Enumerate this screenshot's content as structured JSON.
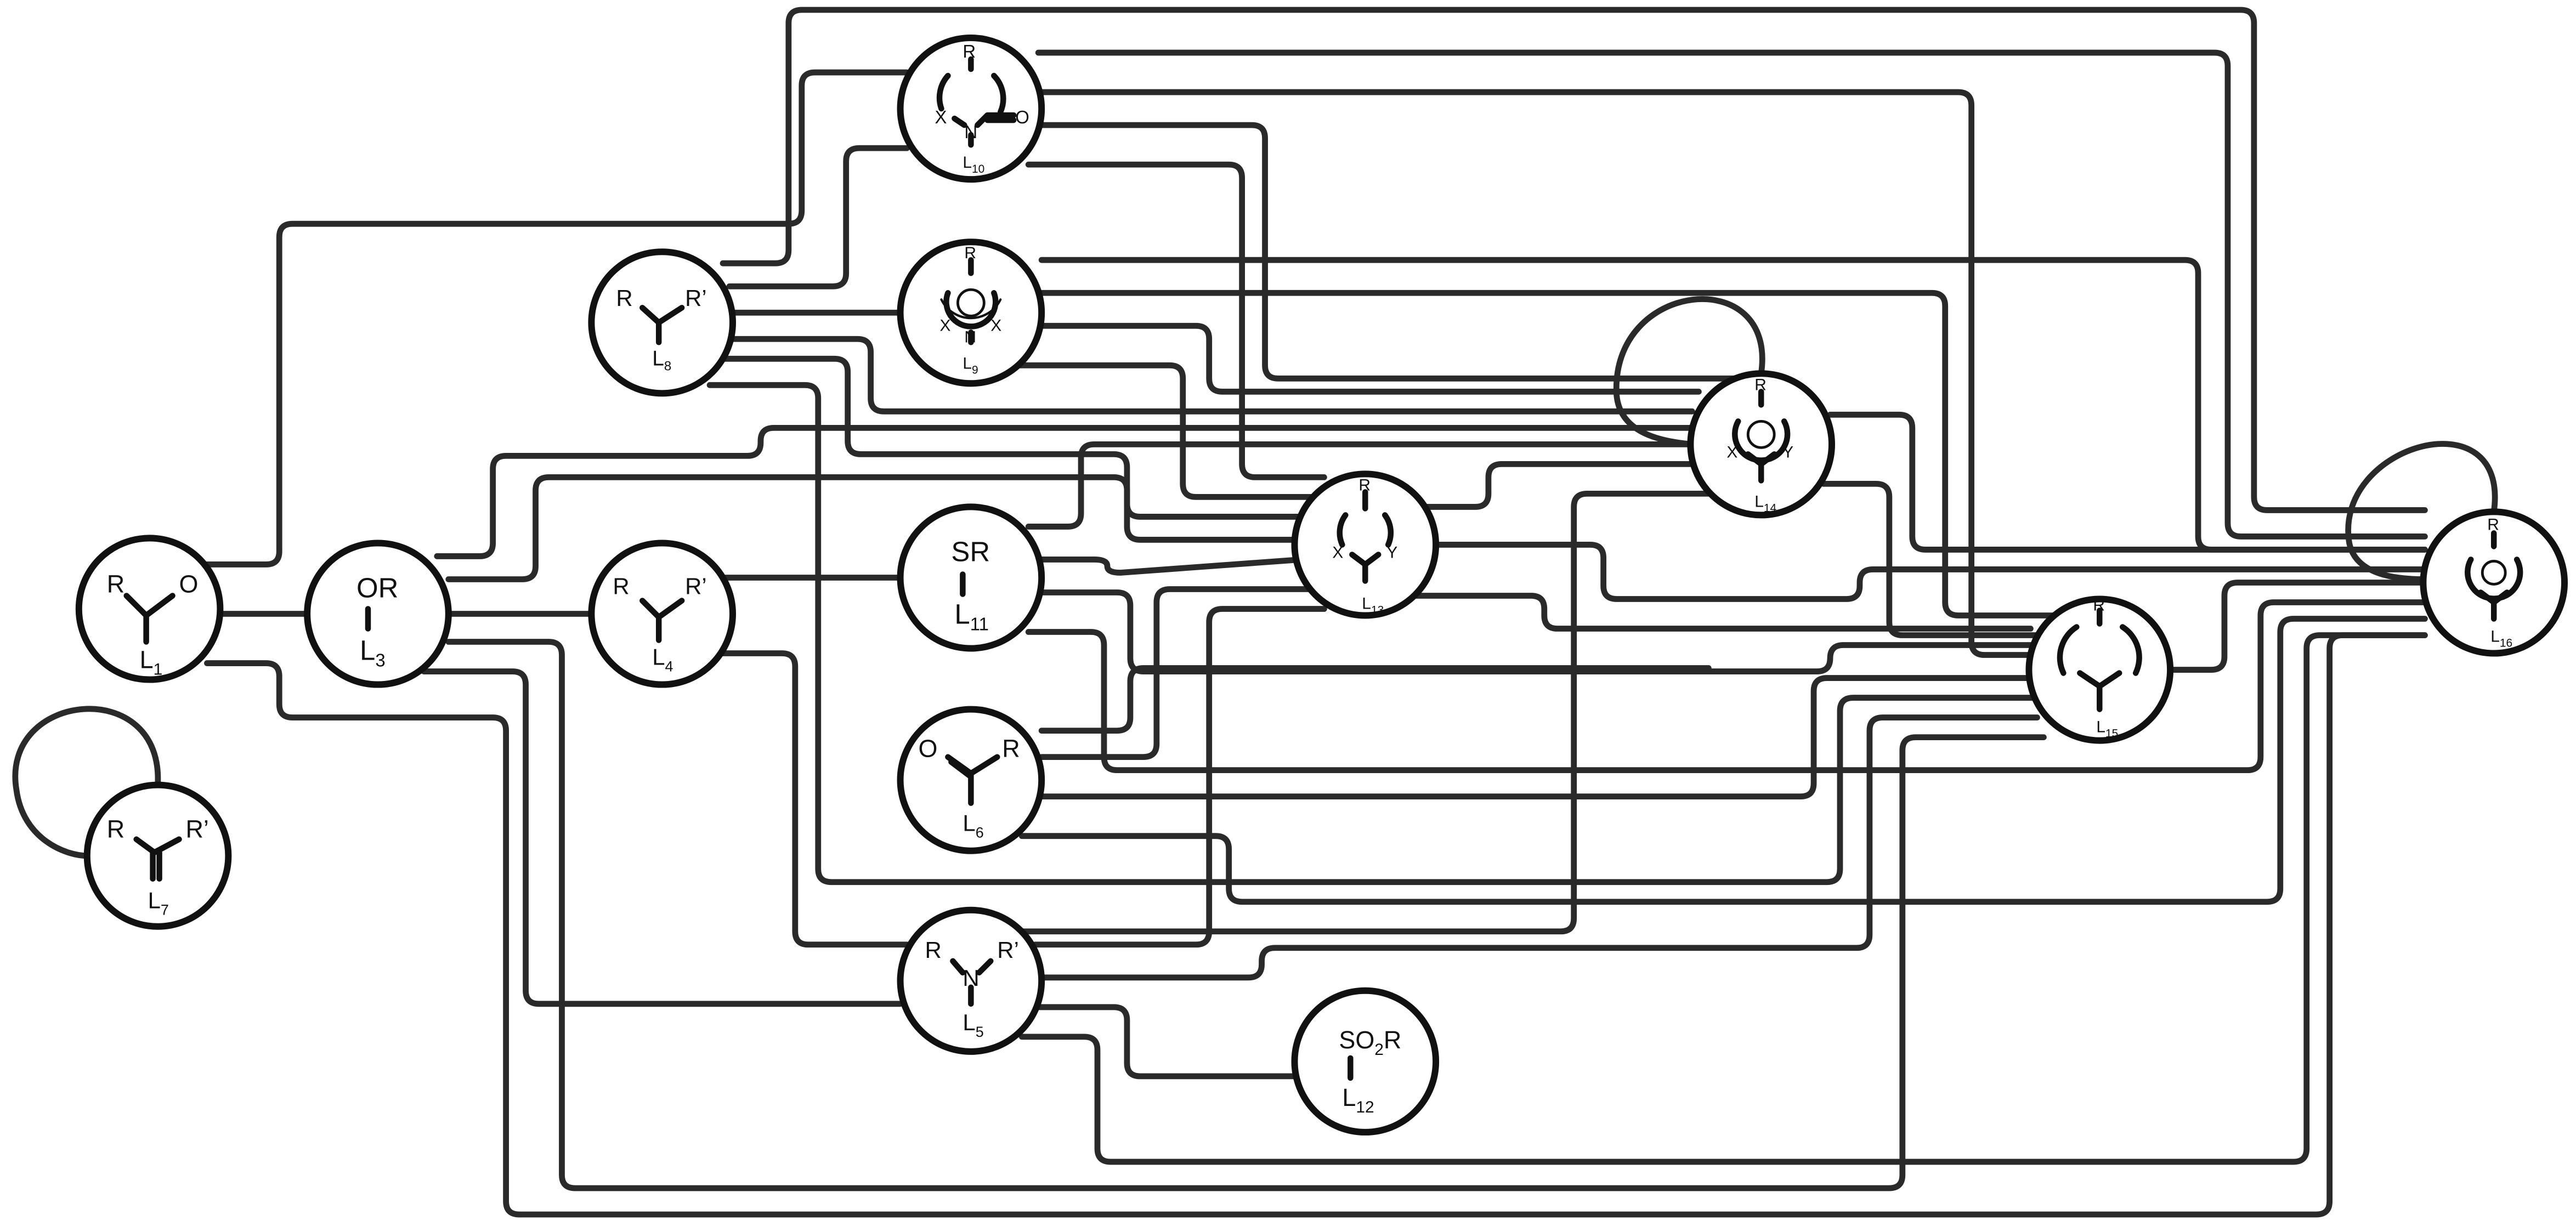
{
  "nodes": {
    "L1": {
      "r": "R",
      "o": "O",
      "letter": "L",
      "sub": "1"
    },
    "L3": {
      "group": "OR",
      "letter": "L",
      "sub": "3"
    },
    "L4": {
      "r": "R",
      "r2": "R’",
      "letter": "L",
      "sub": "4"
    },
    "L5": {
      "r": "R",
      "n": "N",
      "r2": "R’",
      "letter": "L",
      "sub": "5"
    },
    "L6": {
      "o": "O",
      "r": "R",
      "letter": "L",
      "sub": "6"
    },
    "L7": {
      "r": "R",
      "r2": "R’",
      "letter": "L",
      "sub": "7"
    },
    "L8": {
      "r": "R",
      "r2": "R’",
      "letter": "L",
      "sub": "8"
    },
    "L9": {
      "r": "R",
      "x1": "X",
      "n": "N",
      "x2": "X",
      "letter": "L",
      "sub": "9"
    },
    "L10": {
      "r": "R",
      "x": "X",
      "n": "N",
      "o": "O",
      "letter": "L",
      "sub": "10"
    },
    "L11": {
      "group": "SR",
      "letter": "L",
      "sub": "11"
    },
    "L12": {
      "group_a": "SO",
      "group_sub": "2",
      "group_b": "R",
      "letter": "L",
      "sub": "12"
    },
    "L13": {
      "r": "R",
      "x": "X",
      "y": "Y",
      "letter": "L",
      "sub": "13"
    },
    "L14": {
      "r": "R",
      "x": "X",
      "y": "Y",
      "letter": "L",
      "sub": "14"
    },
    "L15": {
      "r": "R",
      "letter": "L",
      "sub": "15"
    },
    "L16": {
      "r": "R",
      "letter": "L",
      "sub": "16"
    }
  },
  "edges": [
    [
      "L1",
      "L3"
    ],
    [
      "L1",
      "L10"
    ],
    [
      "L1",
      "L5"
    ],
    [
      "L3",
      "L4"
    ],
    [
      "L3",
      "L13"
    ],
    [
      "L3",
      "L14"
    ],
    [
      "L3",
      "L16"
    ],
    [
      "L3",
      "L5"
    ],
    [
      "L3",
      "L15"
    ],
    [
      "L4",
      "L11"
    ],
    [
      "L4",
      "L5"
    ],
    [
      "L5",
      "L14"
    ],
    [
      "L5",
      "L15"
    ],
    [
      "L5",
      "L16"
    ],
    [
      "L5",
      "L12"
    ],
    [
      "L5",
      "L13"
    ],
    [
      "L6",
      "L13"
    ],
    [
      "L6",
      "L14"
    ],
    [
      "L6",
      "L15"
    ],
    [
      "L6",
      "L16"
    ],
    [
      "L7",
      "L7"
    ],
    [
      "L8",
      "L10"
    ],
    [
      "L8",
      "L9"
    ],
    [
      "L8",
      "L13"
    ],
    [
      "L8",
      "L14"
    ],
    [
      "L8",
      "L15"
    ],
    [
      "L9",
      "L13"
    ],
    [
      "L9",
      "L14"
    ],
    [
      "L9",
      "L15"
    ],
    [
      "L9",
      "L16"
    ],
    [
      "L10",
      "L13"
    ],
    [
      "L10",
      "L14"
    ],
    [
      "L10",
      "L15"
    ],
    [
      "L10",
      "L16"
    ],
    [
      "L11",
      "L13"
    ],
    [
      "L11",
      "L14"
    ],
    [
      "L11",
      "L15"
    ],
    [
      "L11",
      "L16"
    ],
    [
      "L13",
      "L14"
    ],
    [
      "L13",
      "L15"
    ],
    [
      "L13",
      "L16"
    ],
    [
      "L14",
      "L14"
    ],
    [
      "L14",
      "L15"
    ],
    [
      "L14",
      "L16"
    ],
    [
      "L15",
      "L16"
    ],
    [
      "L16",
      "L16"
    ]
  ]
}
